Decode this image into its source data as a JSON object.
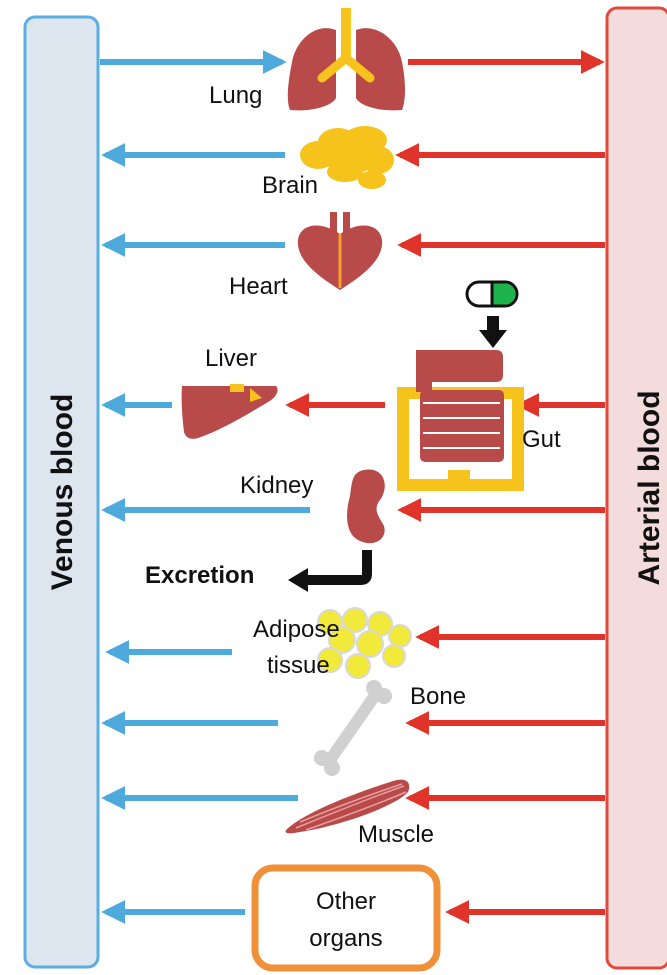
{
  "colors": {
    "venous_fill": "#dde5ef",
    "venous_stroke": "#5aaee0",
    "arterial_fill": "#f4dcdc",
    "arterial_stroke": "#e04a3c",
    "blue_arrow": "#4ea9dd",
    "red_arrow": "#e0342a",
    "organ_red": "#b84a4a",
    "organ_yellow": "#f6c21c",
    "adipose_yellow": "#f2ea3a",
    "bone_gray": "#d0d0d0",
    "other_organs_border": "#f0913a",
    "pill_green": "#1bb34a"
  },
  "blood": {
    "venous": "Venous blood",
    "arterial": "Arterial blood"
  },
  "organs": {
    "lung": "Lung",
    "brain": "Brain",
    "heart": "Heart",
    "liver": "Liver",
    "gut": "Gut",
    "kidney": "Kidney",
    "excretion": "Excretion",
    "adipose_line1": "Adipose",
    "adipose_line2": "tissue",
    "bone": "Bone",
    "muscle": "Muscle",
    "other_line1": "Other",
    "other_line2": "organs"
  },
  "icons": {
    "oral_dose": "capsule-icon"
  }
}
